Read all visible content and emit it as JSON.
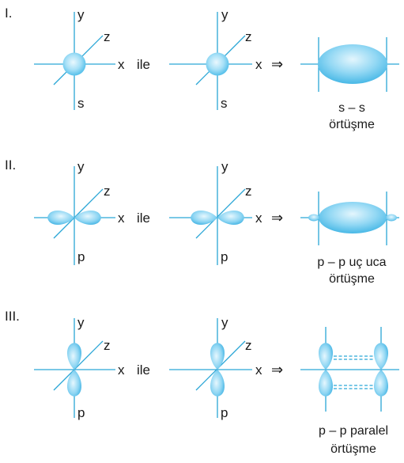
{
  "rows": [
    {
      "numeral": "I.",
      "orbital_type": "s",
      "connector": "ile",
      "arrow": "⇒",
      "caption_line1": "s – s",
      "caption_line2": "örtüşme"
    },
    {
      "numeral": "II.",
      "orbital_type": "p",
      "connector": "ile",
      "arrow": "⇒",
      "caption_line1": "p – p uç uca",
      "caption_line2": "örtüşme"
    },
    {
      "numeral": "III.",
      "orbital_type": "p",
      "connector": "ile",
      "arrow": "⇒",
      "caption_line1": "p – p paralel",
      "caption_line2": "örtüşme"
    }
  ],
  "axis_labels": {
    "x": "x",
    "y": "y",
    "z": "z"
  },
  "colors": {
    "axis": "#2aa6d6",
    "orbital_light": "#dff3fc",
    "orbital_dark": "#5cc3ec"
  }
}
